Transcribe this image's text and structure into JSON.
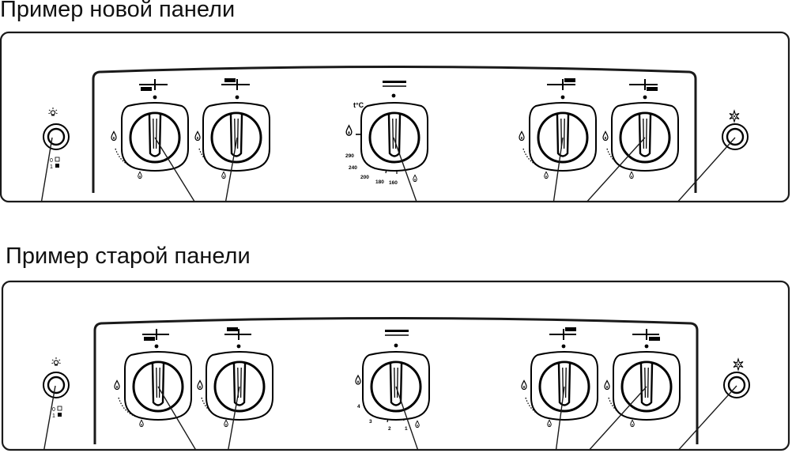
{
  "new_panel": {
    "heading": "Пример новой панели",
    "lamp_switch_label": [
      "0",
      "1"
    ],
    "oven_temp_unit": "t°C",
    "oven_scale": [
      "290",
      "240",
      "200",
      "180",
      "160"
    ]
  },
  "old_panel": {
    "heading": "Пример старой панели",
    "lamp_switch_label": [
      "0",
      "1"
    ],
    "oven_scale": [
      "4",
      "3",
      "2",
      "1"
    ]
  },
  "burner_knobs": [
    "burner-front-left",
    "burner-rear-left",
    "burner-rear-right",
    "burner-front-right"
  ],
  "icons": {
    "lamp": "light-bulb-icon",
    "ignition": "spark-icon",
    "flame": "flame-icon",
    "oven": "oven-bottom-heat-icon"
  },
  "colors": {
    "stroke": "#1a1a1a",
    "background": "#ffffff"
  }
}
